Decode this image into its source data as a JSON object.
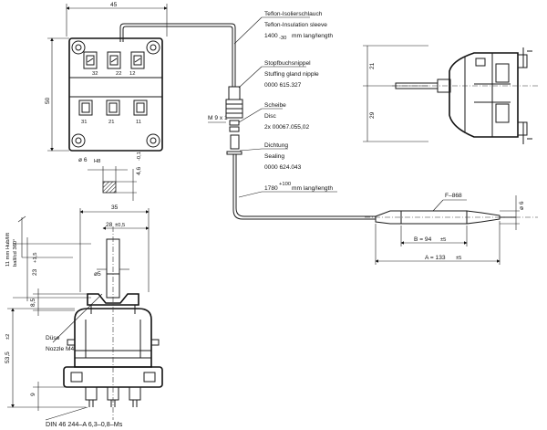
{
  "dimensions": {
    "top_width": "45",
    "left_height": "50",
    "right_top": "21",
    "right_bottom": "29",
    "hole_dia": "ø 6",
    "hole_tol": "H8",
    "hole_depth": "4,6",
    "hole_depth_tol": "-0,1",
    "body_width": "35",
    "shaft_offset": "28",
    "shaft_offset_tol": "±0,5",
    "shaft_dia": "ø5",
    "shaft_len": "23",
    "shaft_len_tol": "+1,5",
    "stroke_label": "11 mm Hub/lift",
    "angle_label": "ball/cd 360°",
    "flange_h": "8,5",
    "total_h": "53,5",
    "total_h_tol": "±2",
    "base_h": "9",
    "thread": "M 9 x 1",
    "bulb_dia": "ø 6",
    "dim_B": "B = 94",
    "dim_B_tol": "±5",
    "dim_A": "A = 133",
    "dim_A_tol": "±5",
    "bulb_mat": "F–868"
  },
  "terminals": {
    "top": [
      "32",
      "22",
      "12"
    ],
    "bottom": [
      "31",
      "21",
      "11"
    ]
  },
  "callouts": {
    "sleeve_de": "Teflon-Isolierschlauch",
    "sleeve_en": "Teflon-Insulation sleeve",
    "sleeve_len": "1400",
    "sleeve_len_tol": "-30",
    "sleeve_unit": "mm lang/length",
    "gland_de": "Stopfbuchsnippel",
    "gland_en": "Stuffing gland nipple",
    "gland_no": "0000 615.327",
    "disc_de": "Scheibe",
    "disc_en": "Disc",
    "disc_no": "2x 00067.055,02",
    "seal_de": "Dichtung",
    "seal_en": "Sealing",
    "seal_no": "0000 624.043",
    "cap_len": "1780",
    "cap_len_tol": "+100",
    "cap_unit": "mm lang/length",
    "nozzle_de": "Düse",
    "nozzle_en": "Nozzle M4"
  },
  "standard": "DIN 46 244–A 6,3–0,8–Ms"
}
